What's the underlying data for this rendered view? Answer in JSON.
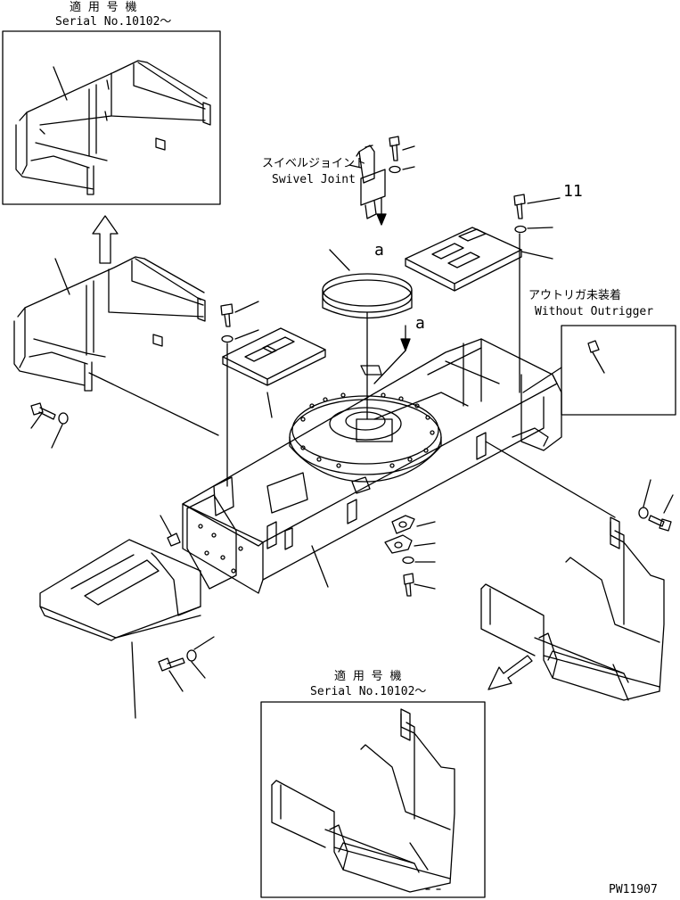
{
  "labels": {
    "top_applicable": "適 用 号 機",
    "top_serial": "Serial No.10102～",
    "bottom_applicable": "適 用 号 機",
    "bottom_serial": "Serial No.10102～",
    "swivel_jp": "スイベルジョイント",
    "swivel_en": "Swivel Joint",
    "outrigger_jp": "アウトリガ未装着",
    "outrigger_en": "Without Outrigger",
    "ref_a_upper": "a",
    "ref_a_lower": "a",
    "item_number": "11",
    "drawing_code": "PW11907"
  }
}
